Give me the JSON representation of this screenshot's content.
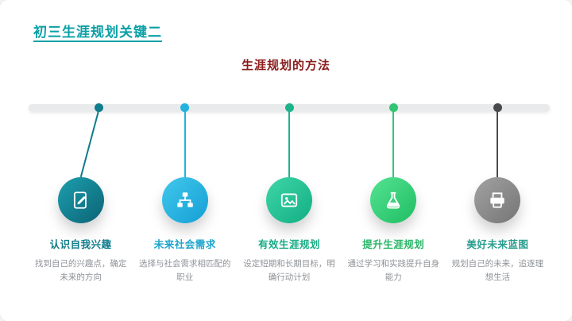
{
  "slide": {
    "title": "初三生涯规划关键二",
    "heading": "生涯规划的方法"
  },
  "colors": {
    "title": "#0aa0a6",
    "heading": "#8c1c1c",
    "bar": "#e9eaec",
    "desc_text": "#8f9398"
  },
  "items": [
    {
      "label": "认识自我兴趣",
      "desc": "找到自己的兴趣点，确定未来的方向",
      "icon": "document-pen-icon",
      "color_start": "#1d9fae",
      "color_end": "#0b6375",
      "dot_color": "#107d8c",
      "label_color": "#107d8c",
      "slanted": true
    },
    {
      "label": "未来社会需求",
      "desc": "选择与社会需求相匹配的职业",
      "icon": "sitemap-icon",
      "color_start": "#41c8ec",
      "color_end": "#159fd4",
      "dot_color": "#22b2de",
      "label_color": "#1ba3cc",
      "slanted": false
    },
    {
      "label": "有效生涯规划",
      "desc": "设定短期和长期目标，明确行动计划",
      "icon": "image-icon",
      "color_start": "#3fd6a7",
      "color_end": "#12ae84",
      "dot_color": "#1db48c",
      "label_color": "#17ab85",
      "slanted": false
    },
    {
      "label": "提升生涯规划",
      "desc": "通过学习和实践提升自身能力",
      "icon": "flask-icon",
      "color_start": "#55e392",
      "color_end": "#1fbd63",
      "dot_color": "#31c573",
      "label_color": "#27b566",
      "slanted": false
    },
    {
      "label": "美好未来蓝图",
      "desc": "规划自己的未来，追逐理想生活",
      "icon": "printer-icon",
      "color_start": "#a2a2a2",
      "color_end": "#757575",
      "dot_color": "#4a4a4a",
      "label_color": "#2a9e8f",
      "slanted": false
    }
  ]
}
